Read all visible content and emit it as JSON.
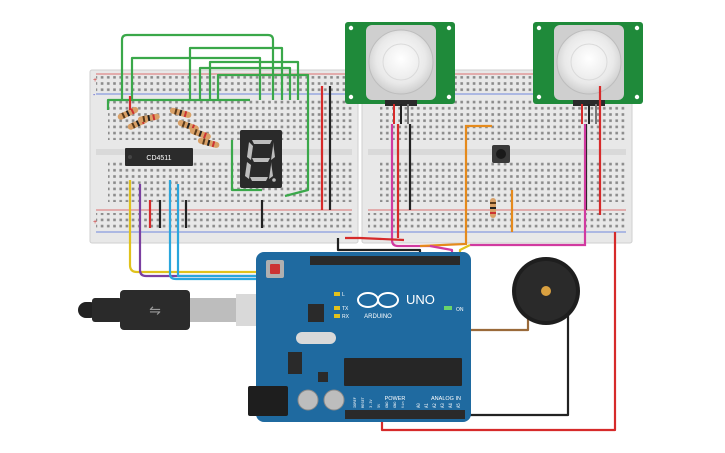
{
  "ic": {
    "label": "CD4511"
  },
  "arduino": {
    "brand": "ARDUINO",
    "model": "UNO",
    "on_label": "ON",
    "tx_label": "TX",
    "rx_label": "RX",
    "l_label": "L",
    "power_label": "POWER",
    "analog_label": "ANALOG IN",
    "power_pins": [
      "IOREF",
      "RESET",
      "3.3V",
      "5V",
      "GND",
      "GND",
      "Vin"
    ],
    "analog_pins": [
      "A0",
      "A1",
      "A2",
      "A3",
      "A4",
      "A5"
    ]
  },
  "pir_sensors": [
    {
      "id": "pir-left"
    },
    {
      "id": "pir-right"
    }
  ],
  "colors": {
    "board": "#1f6aa0",
    "breadboard": "#e6e6e6",
    "pcb_green": "#1f8a3a",
    "wire_green": "#3aa84a",
    "wire_red": "#d62a2a",
    "wire_yellow": "#e0c21c",
    "wire_blue": "#2aa6dc",
    "wire_purple": "#7b3fa0",
    "wire_orange": "#e58a1c",
    "wire_magenta": "#d13aa0",
    "wire_brown": "#9a6a3a",
    "wire_black": "#222222"
  }
}
